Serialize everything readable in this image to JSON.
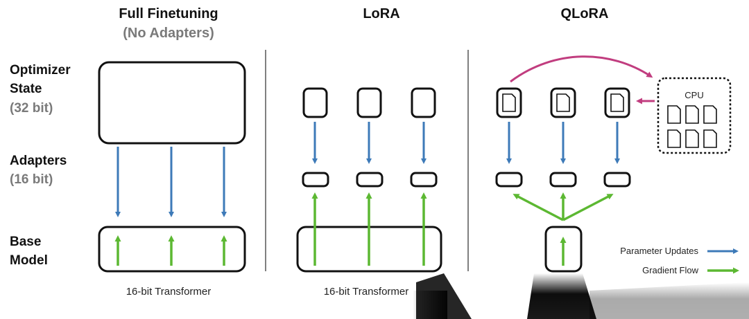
{
  "columns": {
    "full": {
      "title": "Full Finetuning",
      "subtitle": "(No Adapters)",
      "footer": "16-bit Transformer"
    },
    "lora": {
      "title": "LoRA",
      "footer": "16-bit Transformer"
    },
    "qlora": {
      "title": "QLoRA"
    }
  },
  "rows": {
    "optimizer": {
      "line1": "Optimizer",
      "line2": "State",
      "sub": "(32 bit)"
    },
    "adapters": {
      "line1": "Adapters",
      "sub": "(16 bit)"
    },
    "base": {
      "line1": "Base",
      "line2": "Model"
    }
  },
  "cpu": {
    "label": "CPU"
  },
  "legend": {
    "updates": {
      "label": "Parameter Updates",
      "color": "#3d7ab8"
    },
    "gradient": {
      "label": "Gradient Flow",
      "color": "#5cb832"
    }
  },
  "colors": {
    "paging_arrow": "#c13d7f"
  }
}
